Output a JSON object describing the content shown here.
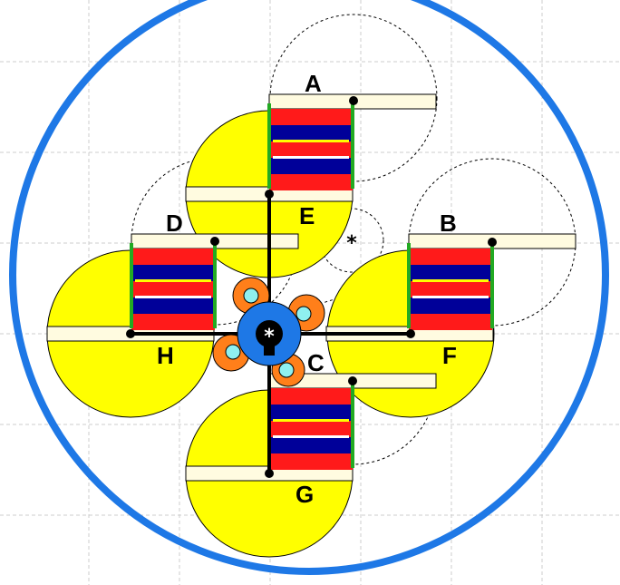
{
  "labels": {
    "a": "A",
    "b": "B",
    "c": "C",
    "d": "D",
    "e": "E",
    "f": "F",
    "g": "G",
    "h": "H"
  },
  "pivot_marks": {
    "center": "*",
    "offset": "*"
  },
  "colors": {
    "outer_ring": "#1e78e6",
    "hub": "#1e78e6",
    "disc": "#ffff00",
    "bar_red": "#ff1a1a",
    "bar_blue": "#000099",
    "bar_yellow": "#ffff00",
    "plank": "#fffbe0",
    "rail": "#22aa22",
    "roller_outer": "#ff7f1a",
    "roller_inner": "#8ff0f0",
    "grid": "#cccccc",
    "arm": "#000000"
  }
}
